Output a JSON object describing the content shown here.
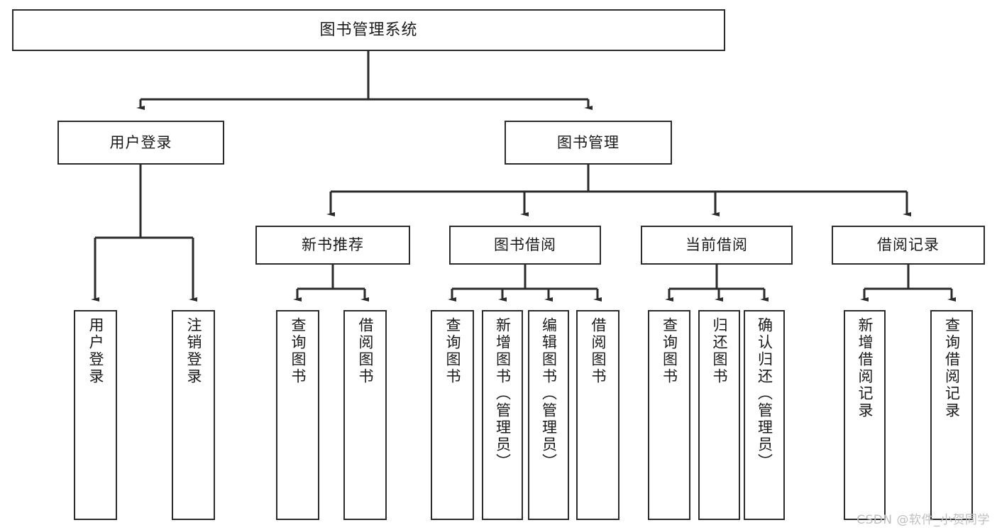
{
  "diagram": {
    "title": "图书管理系统",
    "type": "hierarchy-tree",
    "watermark": "CSDN @软件_小贺同学",
    "colors": {
      "box_border": "#2b2b2b",
      "box_fill": "#ffffff",
      "edge": "#2b2b2b",
      "text": "#1a1a1a",
      "watermark": "#bfbfbf"
    },
    "root": {
      "id": "root",
      "label": "图书管理系统"
    },
    "level2": [
      {
        "id": "user-login",
        "label": "用户登录"
      },
      {
        "id": "book-manage",
        "label": "图书管理"
      }
    ],
    "level3": [
      {
        "id": "new-book-recommend",
        "label": "新书推荐",
        "parent": "book-manage"
      },
      {
        "id": "book-borrow",
        "label": "图书借阅",
        "parent": "book-manage"
      },
      {
        "id": "current-borrow",
        "label": "当前借阅",
        "parent": "book-manage"
      },
      {
        "id": "borrow-record",
        "label": "借阅记录",
        "parent": "book-manage"
      }
    ],
    "leaves": [
      {
        "id": "leaf-user-login",
        "label": "用户登录",
        "parent": "user-login"
      },
      {
        "id": "leaf-logout-login",
        "label": "注销登录",
        "parent": "user-login"
      },
      {
        "id": "leaf-query-book-1",
        "label": "查询图书",
        "parent": "new-book-recommend"
      },
      {
        "id": "leaf-borrow-book-1",
        "label": "借阅图书",
        "parent": "new-book-recommend"
      },
      {
        "id": "leaf-query-book-2",
        "label": "查询图书",
        "parent": "book-borrow"
      },
      {
        "id": "leaf-add-book",
        "label": "新增图书（管理员）",
        "parent": "book-borrow"
      },
      {
        "id": "leaf-edit-book",
        "label": "编辑图书（管理员）",
        "parent": "book-borrow"
      },
      {
        "id": "leaf-borrow-book-2",
        "label": "借阅图书",
        "parent": "book-borrow"
      },
      {
        "id": "leaf-query-book-3",
        "label": "查询图书",
        "parent": "current-borrow"
      },
      {
        "id": "leaf-return-book",
        "label": "归还图书",
        "parent": "current-borrow"
      },
      {
        "id": "leaf-confirm-return",
        "label": "确认归还（管理员）",
        "parent": "current-borrow"
      },
      {
        "id": "leaf-add-record",
        "label": "新增借阅记录",
        "parent": "borrow-record"
      },
      {
        "id": "leaf-query-record",
        "label": "查询借阅记录",
        "parent": "borrow-record"
      }
    ]
  }
}
